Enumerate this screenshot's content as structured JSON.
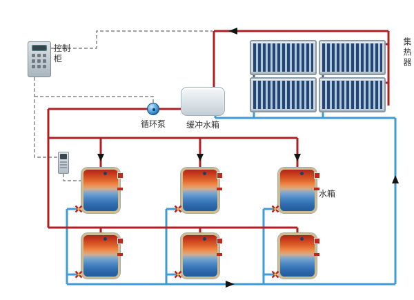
{
  "labels": {
    "control_cabinet": "控制柜",
    "pump": "循环泵",
    "buffer_tank": "缓冲水箱",
    "collector": "集热器",
    "tank": "水箱"
  },
  "system": {
    "collector_panel_count": 4,
    "storage_tank_count": 6
  },
  "colors": {
    "hot_pipe": "#b01f24",
    "cold_pipe": "#3f9bd8",
    "control_wire": "#808080",
    "collector_tube": "#24456f",
    "tank_frame": "#cdbd8d"
  }
}
